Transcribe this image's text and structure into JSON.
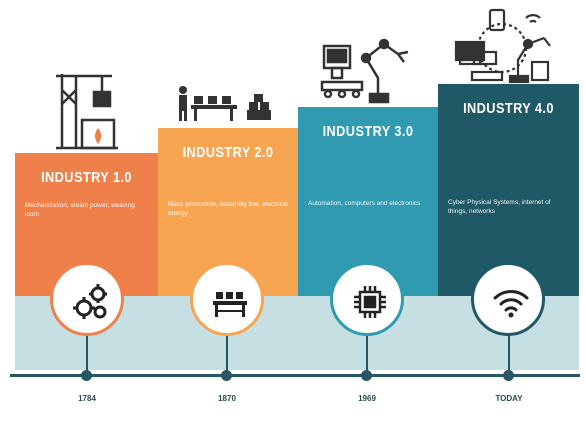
{
  "stages": [
    {
      "title": "INDUSTRY 1.0",
      "description": "Mechanization, steam power, weaving loom",
      "year": "1784",
      "color": "#f0804a",
      "icon": "gears-icon",
      "top_icon": "oil-pump-icon"
    },
    {
      "title": "INDUSTRY 2.0",
      "description": "Mass production, assembly line, electrical energy",
      "year": "1870",
      "color": "#f8a552",
      "icon": "assembly-line-icon",
      "top_icon": "workers-assembly-icon"
    },
    {
      "title": "INDUSTRY 3.0",
      "description": "Automation, computers and electronics",
      "year": "1969",
      "color": "#2f9ab0",
      "icon": "microchip-icon",
      "top_icon": "robot-arm-icon"
    },
    {
      "title": "INDUSTRY 4.0",
      "description": "Cyber Physical Systems, internet of things, networks",
      "year": "TODAY",
      "color": "#1f5966",
      "icon": "wifi-icon",
      "top_icon": "connected-devices-icon"
    }
  ],
  "colors": {
    "band": "#c5dfe3",
    "axis": "#275764"
  }
}
